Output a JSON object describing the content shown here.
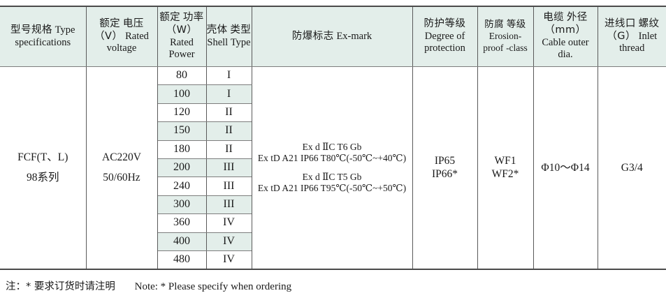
{
  "table": {
    "headers": [
      {
        "cn": "型号规格",
        "en1": "Type",
        "en2": "specifications"
      },
      {
        "cn1": "额定",
        "cn2": "电压（V）",
        "en1": "Rated",
        "en2": "voltage"
      },
      {
        "cn1": "额定",
        "cn2": "功率（W）",
        "en1": "Rated",
        "en2": "Power"
      },
      {
        "cn1": "壳体",
        "cn2": "类型",
        "en1": "Shell",
        "en2": "Type"
      },
      {
        "cn": "防爆标志",
        "en1": "Ex-mark"
      },
      {
        "cn": "防护等级",
        "en1": "Degree  of",
        "en2": "protection"
      },
      {
        "cn1": "防腐",
        "cn2": "等级",
        "en1": "Erosion-",
        "en2": "proof",
        "en3": "-class"
      },
      {
        "cn1": "电缆",
        "cn2": "外径（mm）",
        "en1": "Cable",
        "en2": "outer dia."
      },
      {
        "cn1": "进线口",
        "cn2": "螺纹（G）",
        "en1": "Inlet",
        "en2": "thread"
      }
    ],
    "type_spec": {
      "line1": "FCF(T、L)",
      "line2": "98系列"
    },
    "rated_voltage": {
      "line1": "AC220V",
      "line2": "50/60Hz"
    },
    "rows": [
      {
        "power": "80",
        "shell": "I",
        "shaded": false
      },
      {
        "power": "100",
        "shell": "I",
        "shaded": true
      },
      {
        "power": "120",
        "shell": "II",
        "shaded": false
      },
      {
        "power": "150",
        "shell": "II",
        "shaded": true
      },
      {
        "power": "180",
        "shell": "II",
        "shaded": false
      },
      {
        "power": "200",
        "shell": "III",
        "shaded": true
      },
      {
        "power": "240",
        "shell": "III",
        "shaded": false
      },
      {
        "power": "300",
        "shell": "III",
        "shaded": true
      },
      {
        "power": "360",
        "shell": "IV",
        "shaded": false
      },
      {
        "power": "400",
        "shell": "IV",
        "shaded": true
      },
      {
        "power": "480",
        "shell": "IV",
        "shaded": false
      }
    ],
    "ex_mark": {
      "line1": "Ex d ⅡC T6 Gb",
      "line2": "Ex tD A21 IP66 T80℃(-50℃~+40℃)",
      "line3": "Ex d ⅡC T5 Gb",
      "line4": "Ex tD A21 IP66 T95℃(-50℃~+50℃)"
    },
    "degree_protection": {
      "line1": "IP65",
      "line2": "IP66*"
    },
    "erosion_proof": {
      "line1": "WF1",
      "line2": "WF2*"
    },
    "cable_outer_dia": "Φ10～Φ14",
    "inlet_thread": "G3/4"
  },
  "footnote": {
    "cn": "注：* 要求订货时请注明",
    "en": "Note: * Please specify when ordering"
  },
  "colors": {
    "header_bg": "#e3eeea",
    "shaded_row_bg": "#e3eeea",
    "border": "#5a5a5a",
    "text": "#1a1a1a"
  }
}
